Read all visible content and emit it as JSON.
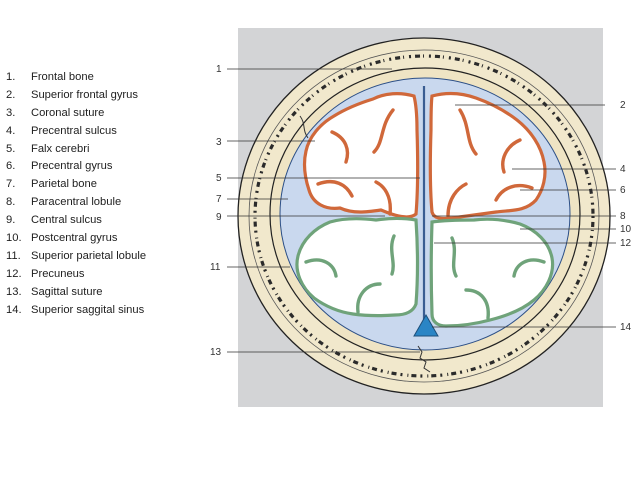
{
  "legend": {
    "items": [
      {
        "number": "1.",
        "label": "Frontal bone"
      },
      {
        "number": "2.",
        "label": "Superior frontal gyrus"
      },
      {
        "number": "3.",
        "label": "Coronal suture"
      },
      {
        "number": "4.",
        "label": "Precentral sulcus"
      },
      {
        "number": "5.",
        "label": "Falx cerebri"
      },
      {
        "number": "6.",
        "label": "Precentral gyrus"
      },
      {
        "number": "7.",
        "label": "Parietal bone"
      },
      {
        "number": "8.",
        "label": "Paracentral lobule"
      },
      {
        "number": "9.",
        "label": "Central sulcus"
      },
      {
        "number": "10.",
        "label": "Postcentral gyrus"
      },
      {
        "number": "11.",
        "label": "Superior parietal lobule"
      },
      {
        "number": "12.",
        "label": "Precuneus"
      },
      {
        "number": "13.",
        "label": "Sagittal suture"
      },
      {
        "number": "14.",
        "label": "Superior saggital sinus"
      }
    ]
  },
  "figure": {
    "callouts_left": [
      "1",
      "3",
      "5",
      "7",
      "9",
      "11",
      "13"
    ],
    "callouts_right": [
      "2",
      "4",
      "6",
      "8",
      "10",
      "12",
      "14"
    ],
    "colors": {
      "panel": "#d3d4d6",
      "bone": "#f1e8cc",
      "csf_space": "#c9d8ee",
      "frontal_outline": "#d0683a",
      "parietal_outline": "#6fa37a",
      "sinus": "#2a85c5"
    }
  }
}
